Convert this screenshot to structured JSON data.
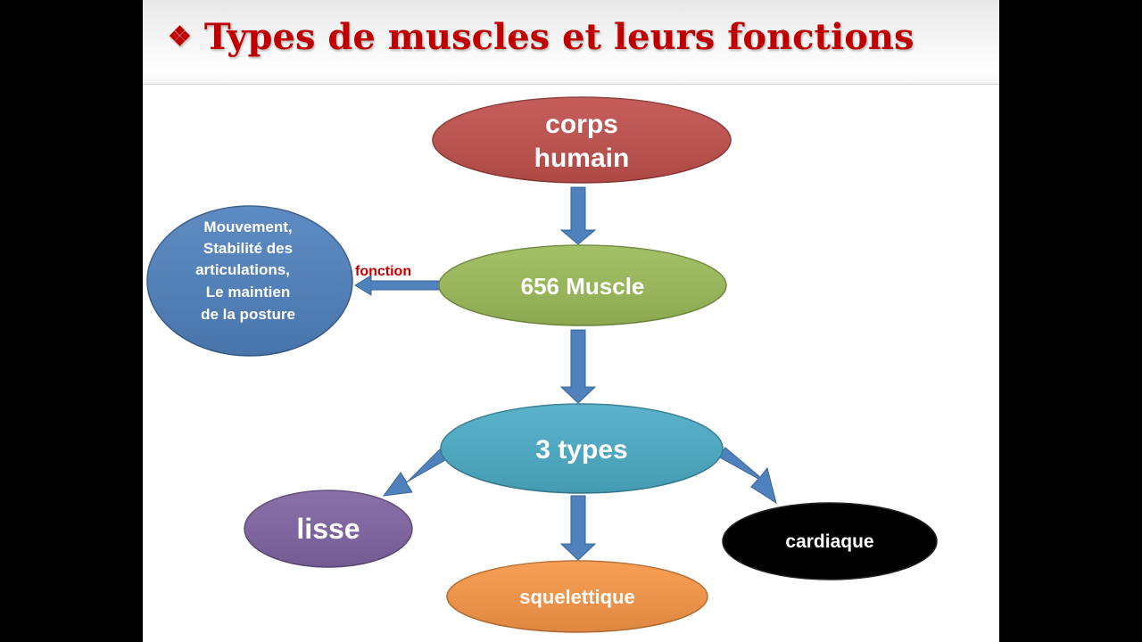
{
  "slide": {
    "title": "Types de muscles et leurs fonctions",
    "bullet": "❖"
  },
  "diagram": {
    "nodes": {
      "root": {
        "line1": "corps",
        "line2": "humain",
        "color": "#c0504d"
      },
      "muscle": {
        "label": "656 Muscle",
        "color": "#9bbb59"
      },
      "functions": {
        "lines": [
          "Mouvement,",
          "Stabilité des",
          "articulations,",
          "Le maintien",
          "de la posture"
        ],
        "color": "#4f81bd"
      },
      "types": {
        "label": "3 types",
        "color": "#4bacc6"
      },
      "lisse": {
        "label": "lisse",
        "color": "#8064a2"
      },
      "squelettique": {
        "label": "squelettique",
        "color": "#f79646"
      },
      "cardiaque": {
        "label": "cardiaque",
        "color": "#000000"
      }
    },
    "edge_label": "fonction",
    "arrow_color": "#4f81bd"
  }
}
